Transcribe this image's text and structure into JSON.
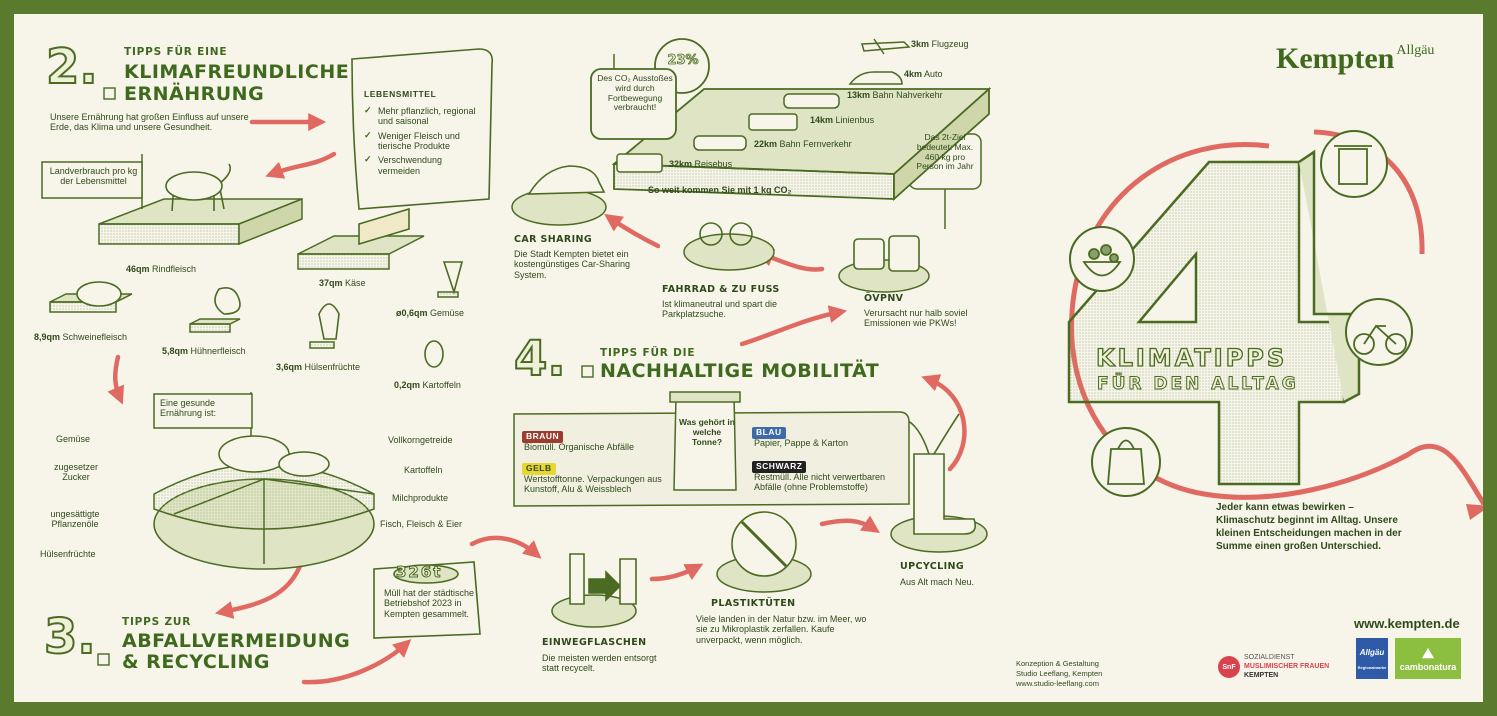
{
  "brand": {
    "name": "Kempten",
    "sub": "Allgäu",
    "website": "www.kempten.de"
  },
  "colors": {
    "frame": "#5a7a2e",
    "paper": "#f7f4ea",
    "ink": "#3f6a1e",
    "arrow": "#e06a62",
    "braun": "#9a3d2e",
    "gelb": "#e8d633",
    "blau": "#3f6aa8",
    "schwarz": "#222222"
  },
  "nutrition": {
    "number": "2.",
    "title_small": "TIPPS FÜR EINE",
    "title_line1": "KLIMAFREUNDLICHE",
    "title_line2": "ERNÄHRUNG",
    "intro": "Unsere Ernährung hat großen Einfluss auf unsere Erde, das Klima und unsere Gesundheit.",
    "land_use_sign": "Landverbrauch pro kg der Lebensmittel",
    "scroll_title": "LEBENSMITTEL",
    "scroll_items": [
      "Mehr pflanzlich, regional und saisonal",
      "Weniger Fleisch und tierische Produkte",
      "Verschwendung vermeiden"
    ],
    "land_values": [
      {
        "value": "46qm",
        "label": "Rindfleisch"
      },
      {
        "value": "37qm",
        "label": "Käse"
      },
      {
        "value": "8,9qm",
        "label": "Schweinefleisch"
      },
      {
        "value": "5,8qm",
        "label": "Hühnerfleisch"
      },
      {
        "value": "3,6qm",
        "label": "Hülsenfrüchte"
      },
      {
        "value": "ø0,6qm",
        "label": "Gemüse"
      },
      {
        "value": "0,2qm",
        "label": "Kartoffeln"
      }
    ],
    "healthy_sign": "Eine gesunde Ernährung ist:",
    "plate_left": [
      "Gemüse",
      "zugesetzer Zucker",
      "ungesättigte Pflanzenöle",
      "Hülsenfrüchte"
    ],
    "plate_right": [
      "Vollkorngetreide",
      "Kartoffeln",
      "Milchprodukte",
      "Fisch, Fleisch & Eier"
    ]
  },
  "mobility": {
    "number": "4.",
    "title_small": "TIPPS FÜR DIE",
    "title": "NACHHALTIGE MOBILITÄT",
    "co2_percent": "23%",
    "co2_text": "Des CO₂ Ausstoßes wird durch Fortbewegung verbraucht!",
    "distances": [
      {
        "value": "3km",
        "label": "Flugzeug"
      },
      {
        "value": "4km",
        "label": "Auto"
      },
      {
        "value": "13km",
        "label": "Bahn Nahverkehr"
      },
      {
        "value": "14km",
        "label": "Linienbus"
      },
      {
        "value": "22km",
        "label": "Bahn Fernverkehr"
      },
      {
        "value": "32km",
        "label": "Reisebus"
      }
    ],
    "platform_caption": "So weit kommen Sie mit 1 kg CO₂",
    "goal_sign": "Das 2t-Ziel bedeutet: Max. 460 kg pro Person im Jahr",
    "carsharing_title": "CAR SHARING",
    "carsharing_text": "Die Stadt Kempten bietet ein kostengünstiges Car-Sharing System.",
    "bike_title": "FAHRRAD & ZU FUSS",
    "bike_text": "Ist klimaneutral und spart die Parkplatzsuche.",
    "oepnv_title": "ÖVPNV",
    "oepnv_text": "Verursacht nur halb soviel Emissionen wie PKWs!"
  },
  "waste": {
    "number": "3.",
    "title_small": "TIPPS ZUR",
    "title_line1": "ABFALLVERMEIDUNG",
    "title_line2": "& RECYCLING",
    "amount": "326t",
    "amount_text": "Müll hat der städtische Betriebshof 2023 in Kempten gesammelt.",
    "bin_question": "Was gehört in welche Tonne?",
    "bins": [
      {
        "name": "BRAUN",
        "text": "Biomüll. Organische Abfälle"
      },
      {
        "name": "GELB",
        "text": "Wertstofftonne. Verpackungen aus Kunstoff, Alu & Weissblech"
      },
      {
        "name": "BLAU",
        "text": "Papier, Pappe & Karton"
      },
      {
        "name": "SCHWARZ",
        "text": "Restmüll. Alle nicht verwertbaren Abfälle (ohne Problemstoffe)"
      }
    ],
    "bottles_title": "EINWEGFLASCHEN",
    "bottles_text": "Die meisten werden entsorgt statt recycelt.",
    "plastic_title": "PLASTIKTÜTEN",
    "plastic_text": "Viele landen in der Natur bzw. im Meer, wo sie zu Mikroplastik zerfallen. Kaufe unverpackt, wenn möglich.",
    "upcycling_title": "UPCYCLING",
    "upcycling_text": "Aus Alt mach Neu."
  },
  "hero": {
    "line1": "KLIMATIPPS",
    "line2": "FÜR DEN ALLTAG",
    "slogan": "Jeder kann etwas bewirken – Klimaschutz beginnt im Alltag. Unsere kleinen Entscheidungen machen in der Summe einen großen Unterschied."
  },
  "credits": {
    "line1": "Konzeption & Gestaltung",
    "line2": "Studio Leeflang, Kempten",
    "line3": "www.studio-leeflang.com",
    "snf_abbr": "SnF",
    "snf_line1": "SOZIALDIENST",
    "snf_line2": "MUSLIMISCHER FRAUEN",
    "snf_line3": "KEMPTEN",
    "allgaeu_logo": "Allgäu",
    "allgaeu_sub": "Regionalmarke",
    "cambonatura": "cambonatura"
  }
}
